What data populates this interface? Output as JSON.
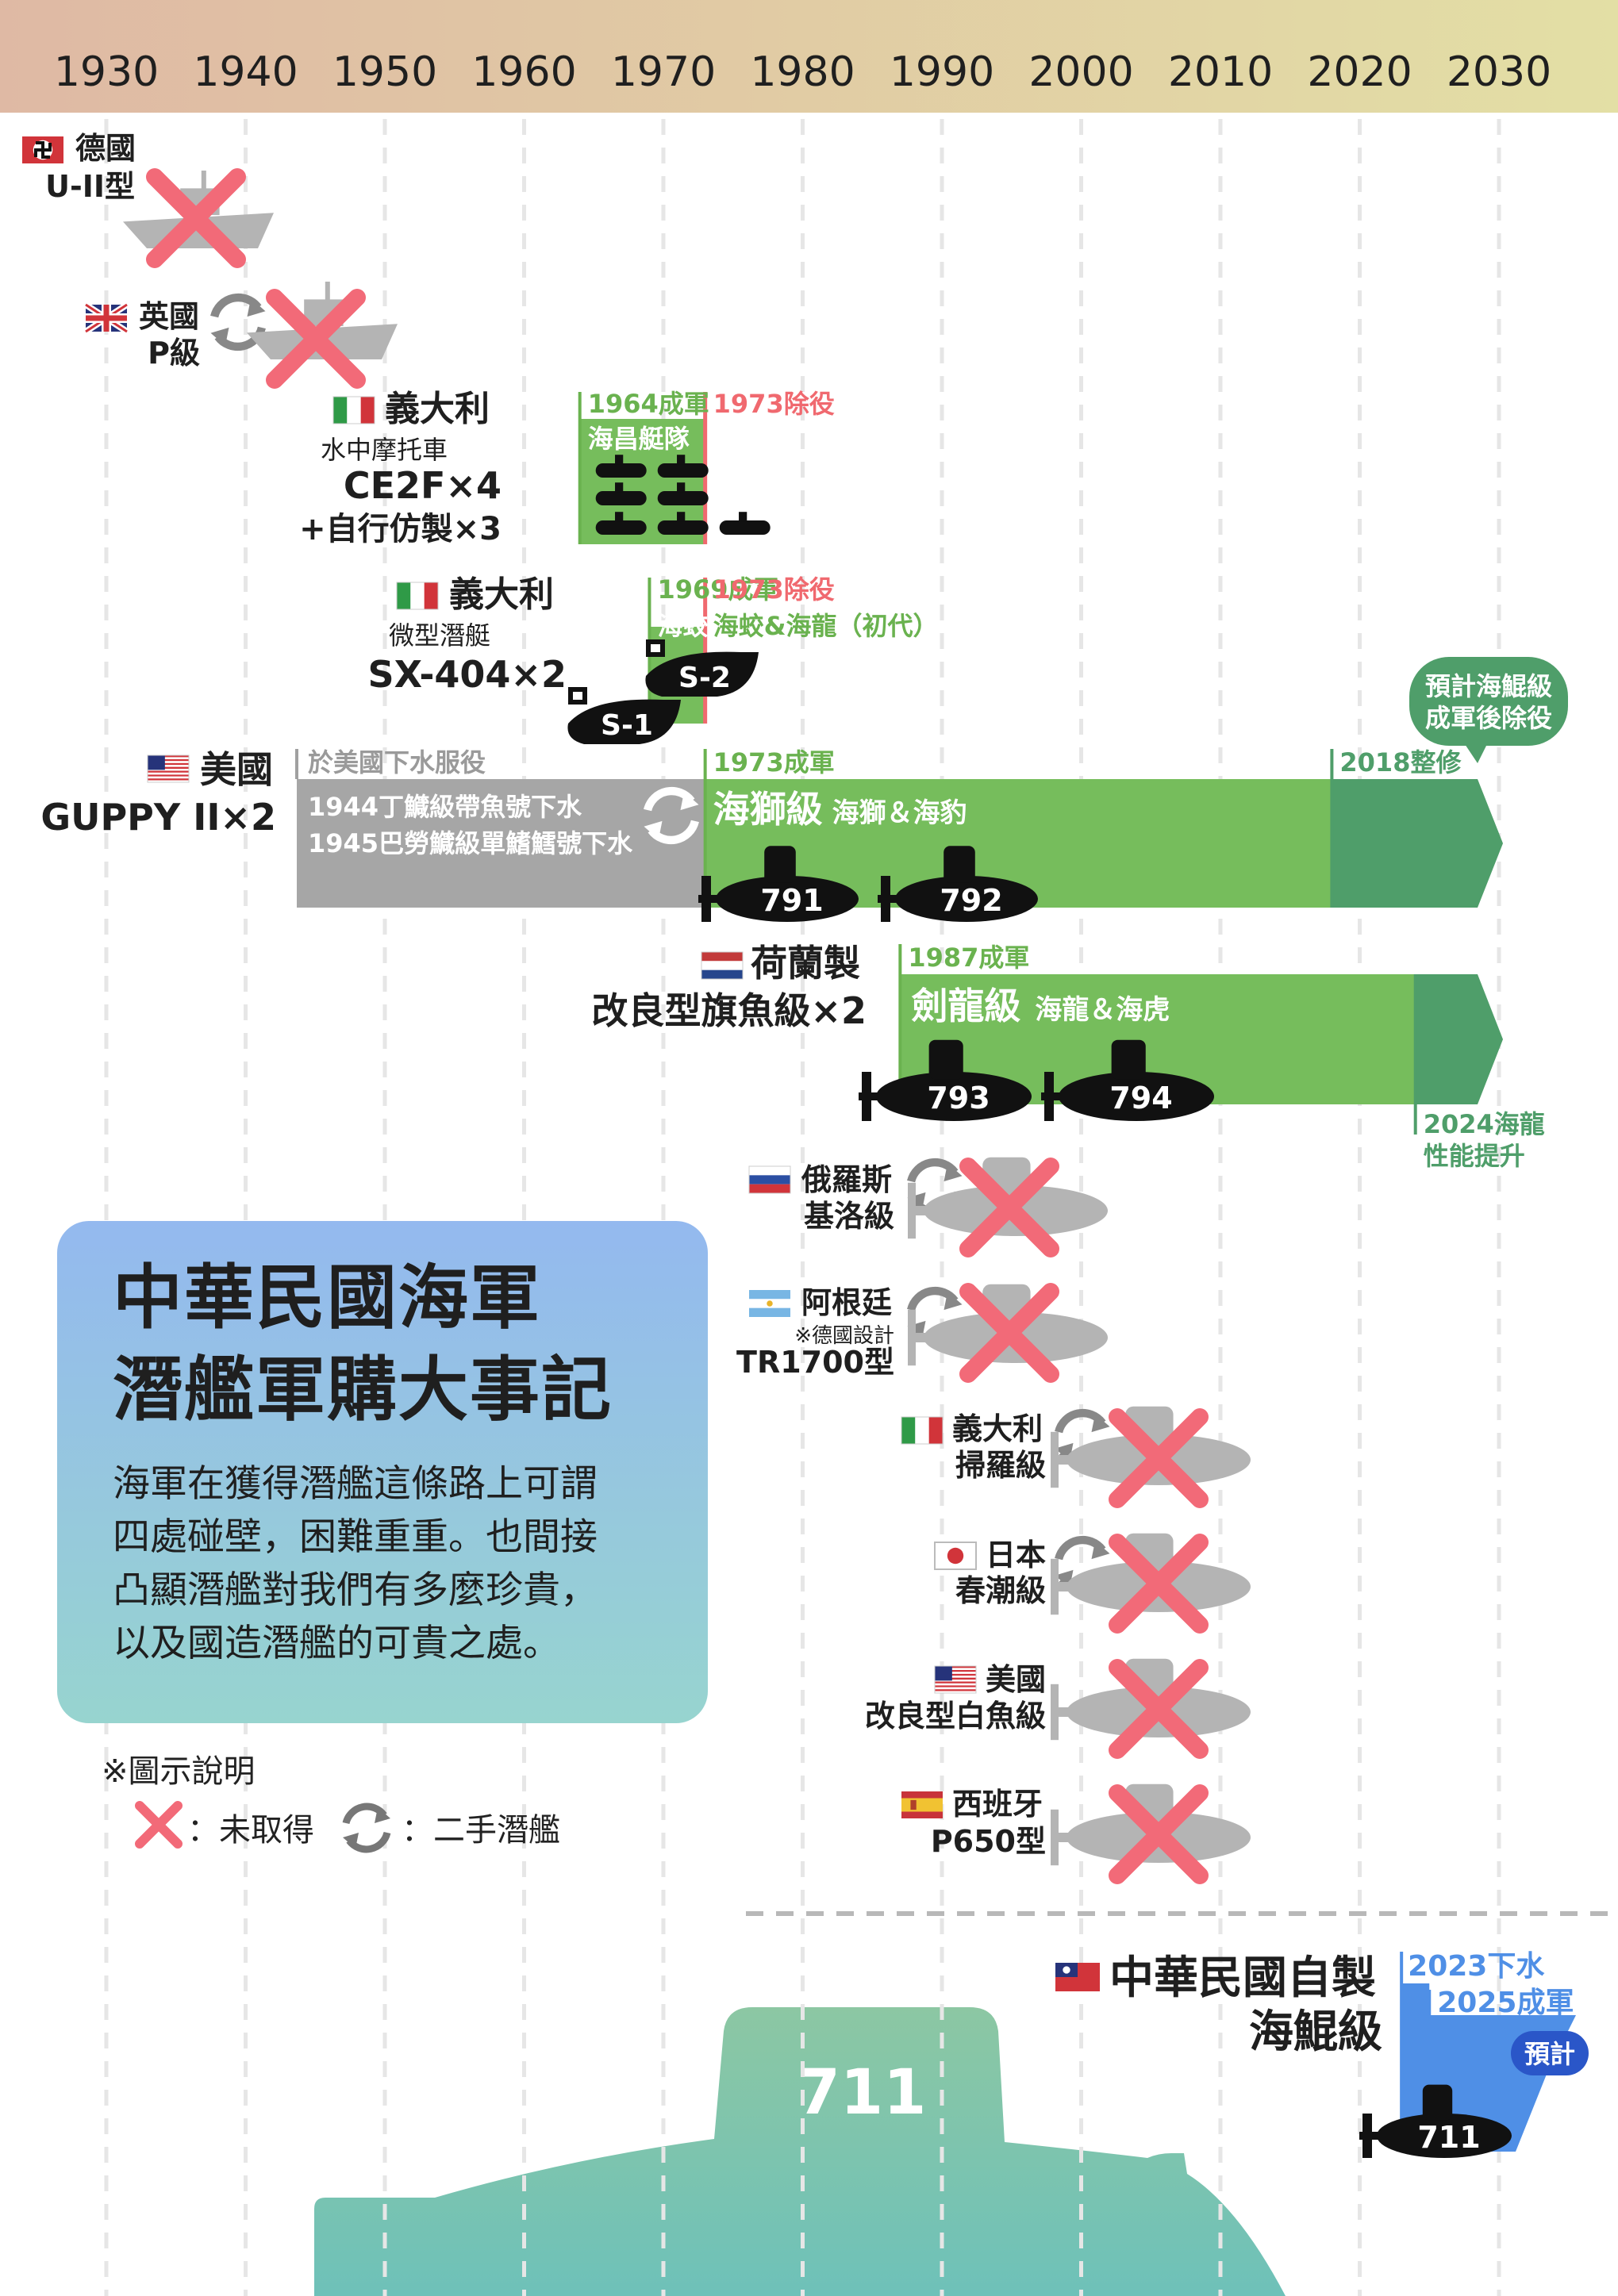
{
  "years": [
    "1930",
    "1940",
    "1950",
    "1960",
    "1970",
    "1980",
    "1990",
    "2000",
    "2010",
    "2020",
    "2030"
  ],
  "chart_data": {
    "type": "gantt",
    "x_range": [
      1925,
      2036
    ],
    "colors": {
      "acquired": "#76bd5c",
      "upgraded": "#4f9e6a",
      "used_in_us": "#a6a6a6",
      "decommissioned": "#f0696f",
      "not_acquired": "#f26a78",
      "domestic": "#4f8fe6",
      "label_green": "#6ab24f",
      "label_blue": "#4f8fe6"
    },
    "not_acquired": [
      {
        "flag": "germany",
        "country": "德國",
        "model": "U-II型",
        "second_hand": false
      },
      {
        "flag": "uk",
        "country": "英國",
        "model": "P級",
        "second_hand": true
      },
      {
        "flag": "russia",
        "country": "俄羅斯",
        "model": "基洛級",
        "second_hand": true
      },
      {
        "flag": "argentina",
        "country": "阿根廷",
        "note": "※德國設計",
        "model": "TR1700型",
        "second_hand": true
      },
      {
        "flag": "italy",
        "country": "義大利",
        "model": "掃羅級",
        "second_hand": true
      },
      {
        "flag": "japan",
        "country": "日本",
        "model": "春潮級",
        "second_hand": true
      },
      {
        "flag": "usa",
        "country": "美國",
        "model": "改良型白魚級",
        "second_hand": false
      },
      {
        "flag": "spain",
        "country": "西班牙",
        "model": "P650型",
        "second_hand": false
      }
    ],
    "acquired": [
      {
        "flag": "italy",
        "country": "義大利",
        "sub1": "水中摩托車",
        "sub2": "CE2F×4",
        "sub3": "+自行仿製×3",
        "start": 1964,
        "end": 1973,
        "start_label": "1964成軍",
        "end_label": "1973除役",
        "unit": "海昌艇隊"
      },
      {
        "flag": "italy",
        "country": "義大利",
        "sub1": "微型潛艇",
        "sub2": "SX-404×2",
        "start": 1969,
        "end": 1973,
        "start_label": "1969成軍",
        "end_label": "1973除役",
        "unit": "海蛟級",
        "successor": "海蛟&海龍（初代）",
        "hulls": [
          "S-2",
          "S-1"
        ]
      },
      {
        "flag": "usa",
        "country": "美國",
        "sub2": "GUPPY II×2",
        "us_service_label": "於美國下水服役",
        "us_line1": "1944丁鱵級帶魚號下水",
        "us_line2": "1945巴勞鱵級單鰭鱈號下水",
        "us_start": 1944,
        "start": 1973,
        "upgrade": 2018,
        "start_label": "1973成軍",
        "upgrade_label": "2018整修",
        "class_name": "海獅級",
        "boats": "海獅＆海豹",
        "hulls": [
          "791",
          "792"
        ],
        "callout": [
          "預計海鯤級",
          "成軍後除役"
        ]
      },
      {
        "flag": "netherlands",
        "country": "荷蘭製",
        "sub2": "改良型旗魚級×2",
        "start": 1987,
        "upgrade": 2024,
        "start_label": "1987成軍",
        "upgrade_label": [
          "2024海龍",
          "性能提升"
        ],
        "class_name": "劍龍級",
        "boats": "海龍＆海虎",
        "hulls": [
          "793",
          "794"
        ]
      }
    ],
    "domestic": {
      "flag": "roc",
      "country": "中華民國自製",
      "class_name": "海鯤級",
      "launch": 2023,
      "commission": 2025,
      "launch_label": "2023下水",
      "commission_label": "2025成軍",
      "badge": "預計",
      "hull": "711"
    }
  },
  "title": {
    "line1": "中華民國海軍",
    "line2": "潛艦軍購大事記"
  },
  "description": [
    "海軍在獲得潛艦這條路上可謂",
    "四處碰壁，困難重重。也間接",
    "凸顯潛艦對我們有多麼珍貴，",
    "以及國造潛艦的可貴之處。"
  ],
  "legend": {
    "heading": "※圖示說明",
    "not_acquired": "：未取得",
    "second_hand": "：二手潛艦"
  },
  "big_hull": "711"
}
